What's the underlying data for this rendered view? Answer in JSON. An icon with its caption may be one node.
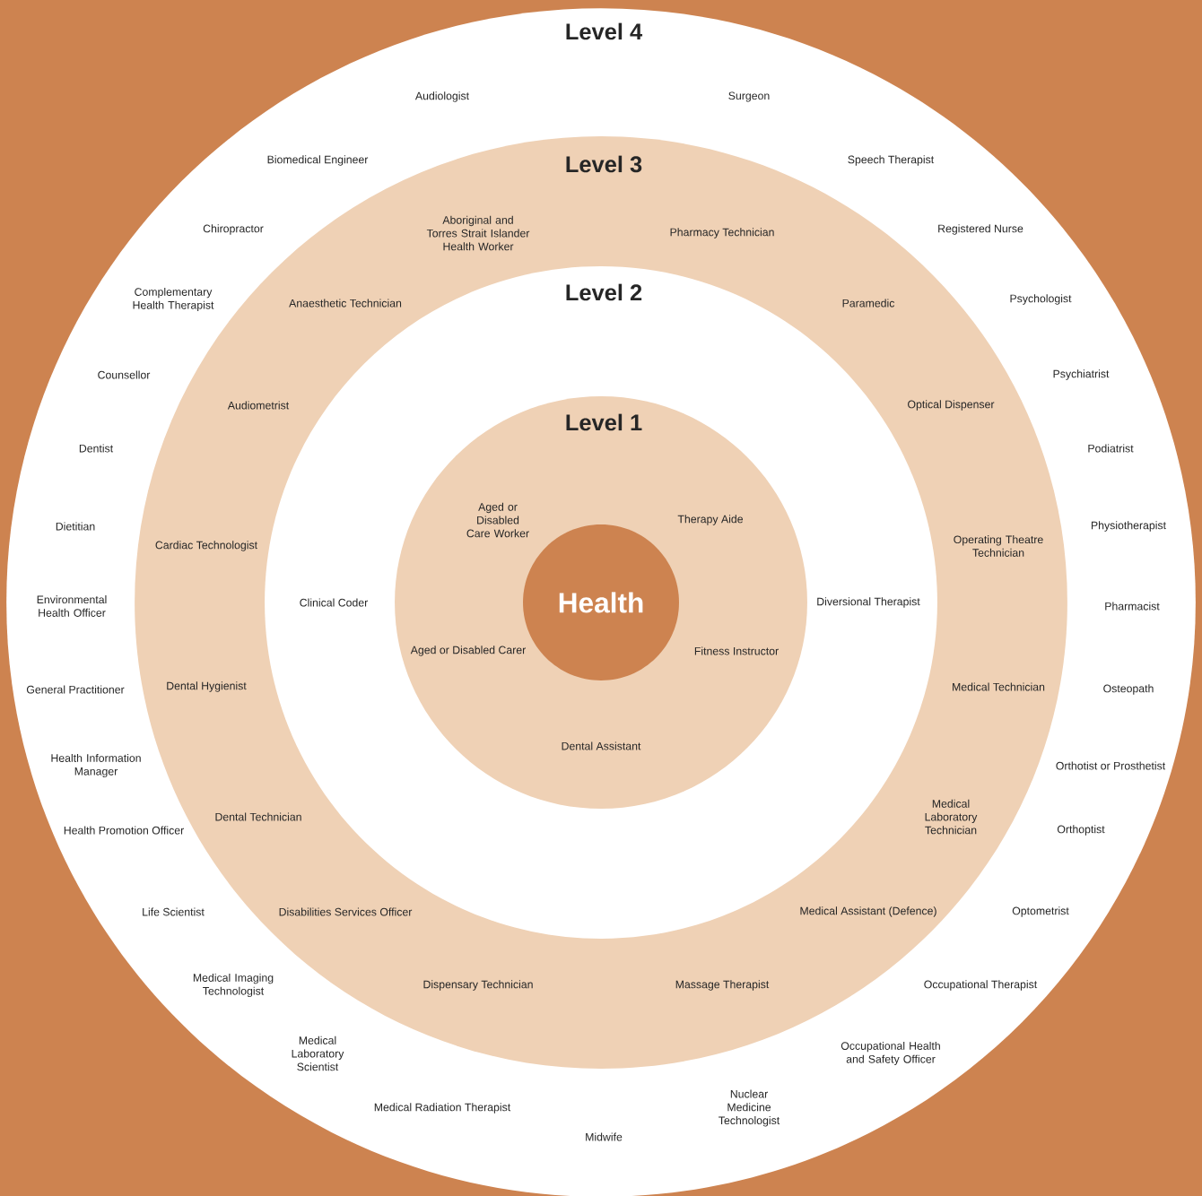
{
  "diagram": {
    "nodes": [
      {
        "text": [
          "Level 4",
          "Audiologist",
          "Surgeon",
          "Biomedical Engineer",
          "Speech Therapist",
          "Chiropractor",
          "Registered Nurse",
          "Complementary Health Therapist",
          "Psychologist",
          "Counsellor",
          "Psychiatrist",
          "Dentist",
          "Podiatrist",
          "Dietitian",
          "Physiotherapist",
          "Environmental Health Officer",
          "Pharmacist",
          "General Practitioner",
          "Osteopath",
          "Health Information Manager",
          "Orthotist or Prosthetist",
          "Health Promotion Officer",
          "Orthoptist",
          "Life Scientist",
          "Optometrist",
          "Medical Imaging Technologist",
          "Occupational Therapist",
          "Medical Laboratory Scientist",
          "Occupational Health and Safety Officer",
          "Medical Radiation Therapist",
          "Nuclear Medicine Technologist",
          "Midwife"
        ]
      },
      {
        "text": [
          "Level 3",
          "Aboriginal and Torres Strait Islander Health Worker",
          "Pharmacy Technician",
          "Anaesthetic Technician",
          "Paramedic",
          "Audiometrist",
          "Optical Dispenser",
          "Cardiac Technologist",
          "Operating Theatre Technician",
          "Dental Hygienist",
          "Medical Technician",
          "Dental Technician",
          "Medical Laboratory Technician",
          "Disabilities Services Officer",
          "Medical Assistant (Defence)",
          "Dispensary Technician",
          "Massage Therapist"
        ],
        "in": 0
      },
      {
        "text": [
          "Level 2",
          "Clinical Coder",
          "Diversional Therapist"
        ],
        "in": 1
      },
      {
        "text": [
          "Level 1",
          "Aged or Disabled Care Worker",
          "Therapy Aide",
          "Aged or Disabled Carer",
          "Fitness Instructor",
          "Dental Assistant"
        ],
        "in": 2
      },
      {
        "text": [
          "Health"
        ],
        "in": 3
      }
    ]
  }
}
